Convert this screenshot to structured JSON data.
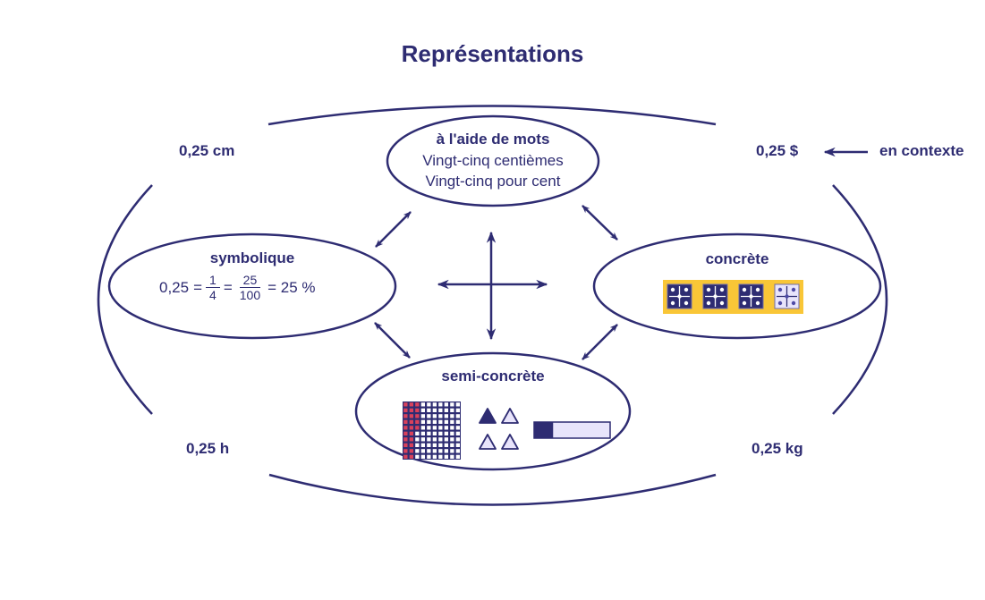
{
  "title": "Représentations",
  "colors": {
    "primary": "#2e2c72",
    "accent_yellow": "#f9c637",
    "light_lavender": "#e8e4fb",
    "grid_red": "#d9415b"
  },
  "context_examples": {
    "top_left": "0,25 cm",
    "top_right": "0,25 $",
    "bottom_left": "0,25 h",
    "bottom_right": "0,25 kg",
    "context_label": "en contexte"
  },
  "nodes": {
    "words": {
      "heading": "à l'aide de mots",
      "lines": [
        "Vingt-cinq centièmes",
        "Vingt-cinq pour cent"
      ]
    },
    "symbolic": {
      "heading": "symbolique",
      "decimal": "0,25",
      "equals": "=",
      "fraction1": {
        "numerator": "1",
        "denominator": "4"
      },
      "fraction2": {
        "numerator": "25",
        "denominator": "100"
      },
      "percent": "= 25 %"
    },
    "concrete": {
      "heading": "concrète",
      "tiles_total": 4,
      "tiles_filled": 3
    },
    "semi_concrete": {
      "heading": "semi-concrète",
      "hundred_grid": {
        "rows": 10,
        "cols": 10,
        "shaded": 25
      },
      "triangles": {
        "total": 4,
        "filled": 1
      },
      "bar": {
        "fraction_filled": 0.25
      }
    }
  }
}
